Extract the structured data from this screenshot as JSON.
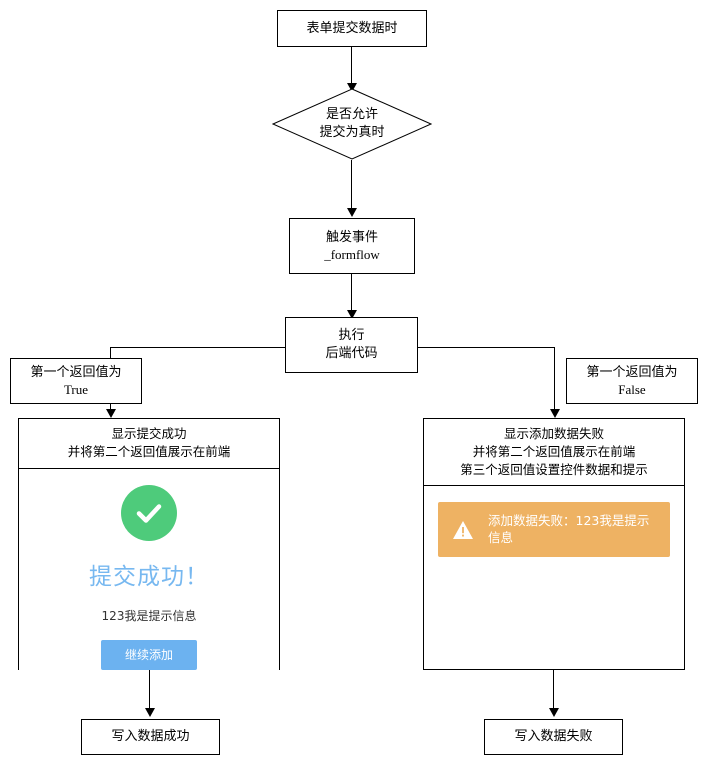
{
  "diagram": {
    "type": "flowchart",
    "title_node": {
      "label": "表单提交数据时"
    },
    "decision": {
      "label": "是否允许\n提交为真时"
    },
    "trigger": {
      "label": "触发事件\n_formflow"
    },
    "execute": {
      "label": "执行\n后端代码"
    },
    "branch_labels": {
      "left": "第一个返回值为\nTrue",
      "right": "第一个返回值为\nFalse"
    },
    "success_panel": {
      "header": "显示提交成功\n并将第二个返回值展示在前端",
      "title": "提交成功！",
      "message": "123我是提示信息",
      "button_label": "继续添加",
      "check_icon": "check-circle-icon",
      "colors": {
        "circle": "#4ecb7b",
        "title": "#77b8f0",
        "button": "#6cb2f0"
      }
    },
    "error_panel": {
      "header": "显示添加数据失败\n并将第二个返回值展示在前端\n第三个返回值设置控件数据和提示",
      "alert_text": "添加数据失败：123我是提示信息",
      "alert_icon": "warning-triangle-icon",
      "colors": {
        "alert_bg": "#eeb263",
        "alert_text": "#ffffff"
      }
    },
    "outcome_left": {
      "label": "写入数据成功"
    },
    "outcome_right": {
      "label": "写入数据失败"
    }
  }
}
